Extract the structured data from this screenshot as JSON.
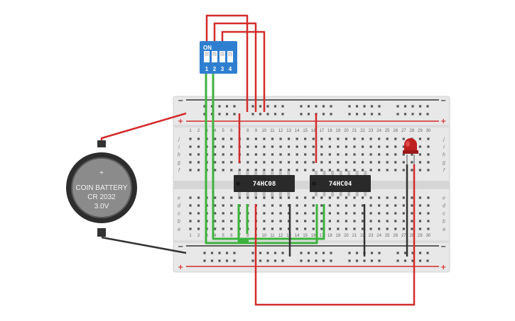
{
  "battery": {
    "line1": "COIN BATTERY",
    "line2": "CR 2032",
    "line3": "3.0V",
    "plus": "+"
  },
  "chips": [
    {
      "label": "74HC08"
    },
    {
      "label": "74HC04"
    }
  ],
  "dip_switch": {
    "on_label": "ON",
    "numbers": [
      "1",
      "2",
      "3",
      "4"
    ]
  },
  "breadboard": {
    "rail_minus": "−",
    "rail_plus": "+",
    "rows_top": [
      "j",
      "i",
      "h",
      "g",
      "f"
    ],
    "rows_bottom": [
      "e",
      "d",
      "c",
      "b",
      "a"
    ],
    "columns": [
      "1",
      "2",
      "3",
      "4",
      "5",
      "6",
      "7",
      "8",
      "9",
      "10",
      "11",
      "12",
      "13",
      "14",
      "15",
      "16",
      "17",
      "18",
      "19",
      "20",
      "21",
      "22",
      "23",
      "24",
      "25",
      "26",
      "27",
      "28",
      "29",
      "30"
    ]
  },
  "colors": {
    "wire_red": "#d42b2b",
    "wire_green": "#3db33d",
    "wire_black": "#333333",
    "breadboard": "#e6e6e6",
    "chip": "#2a2a2a",
    "dip": "#2f7fd1",
    "led": "#c01f1f"
  }
}
